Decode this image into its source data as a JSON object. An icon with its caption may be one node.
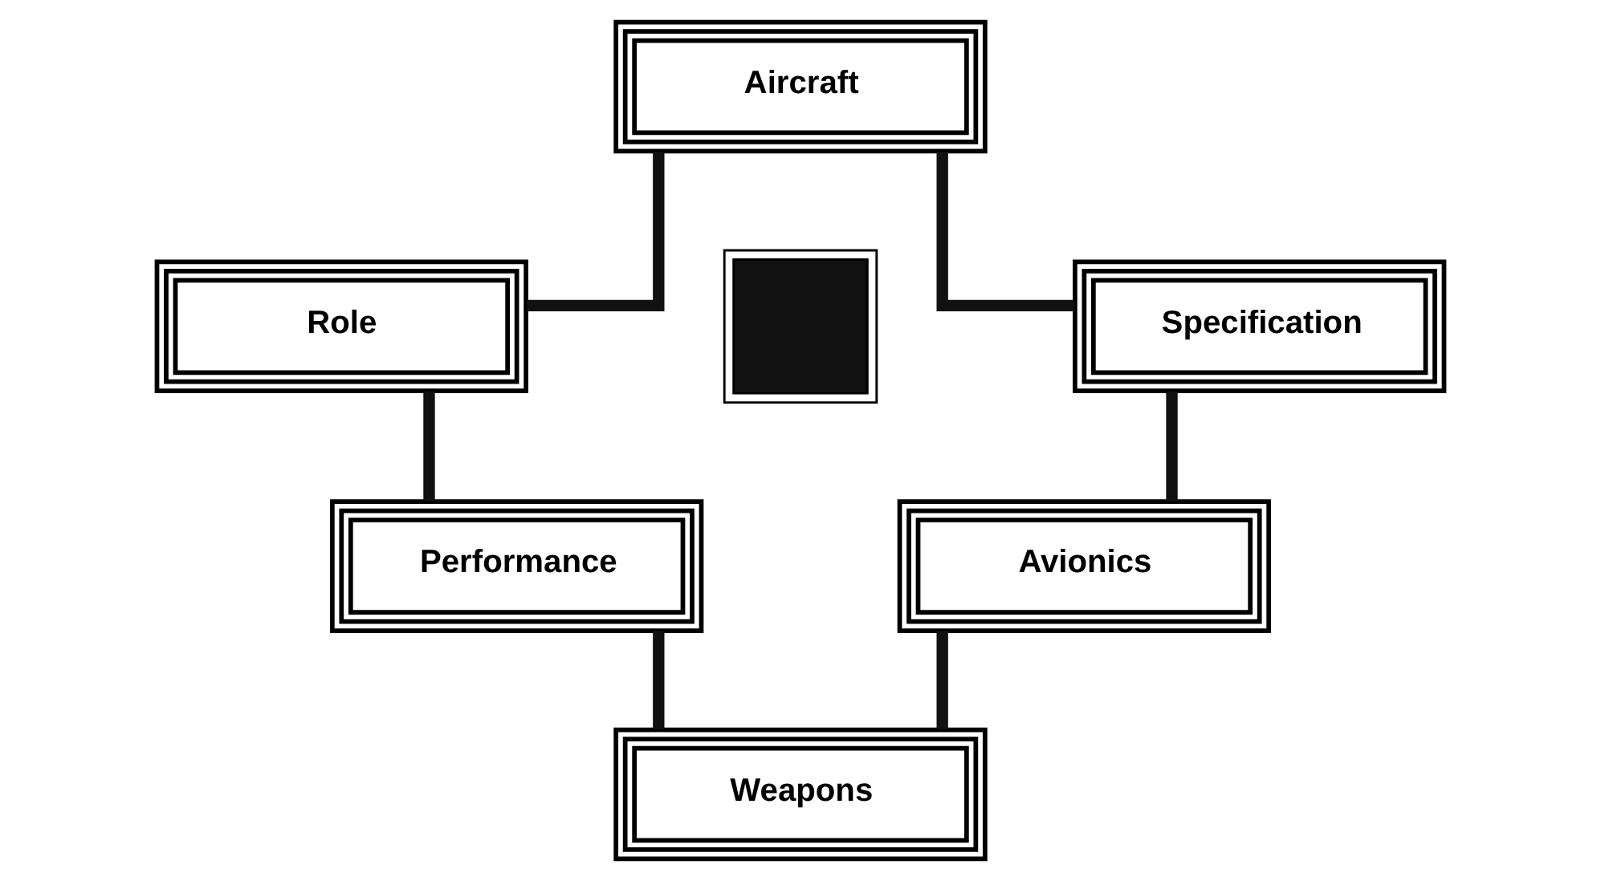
{
  "diagram": {
    "nodes": [
      {
        "text": [
          "Aircraft"
        ]
      },
      {
        "text": [
          "Role"
        ]
      },
      {
        "text": [
          "Specification"
        ]
      },
      {
        "text": [],
        "shape": "box"
      },
      {
        "text": [
          "Performance"
        ]
      },
      {
        "text": [
          "Avionics"
        ]
      },
      {
        "text": [
          "Weapons"
        ]
      }
    ],
    "edges": [
      {
        "from": 0,
        "to": 2,
        "arrow": "none"
      },
      {
        "from": 2,
        "to": 5,
        "arrow": "none"
      },
      {
        "from": 5,
        "to": 6,
        "arrow": "none"
      },
      {
        "from": 0,
        "to": 1,
        "arrow": "none"
      },
      {
        "from": 1,
        "to": 4,
        "arrow": "none"
      },
      {
        "from": 4,
        "to": 6,
        "arrow": "none"
      }
    ]
  }
}
